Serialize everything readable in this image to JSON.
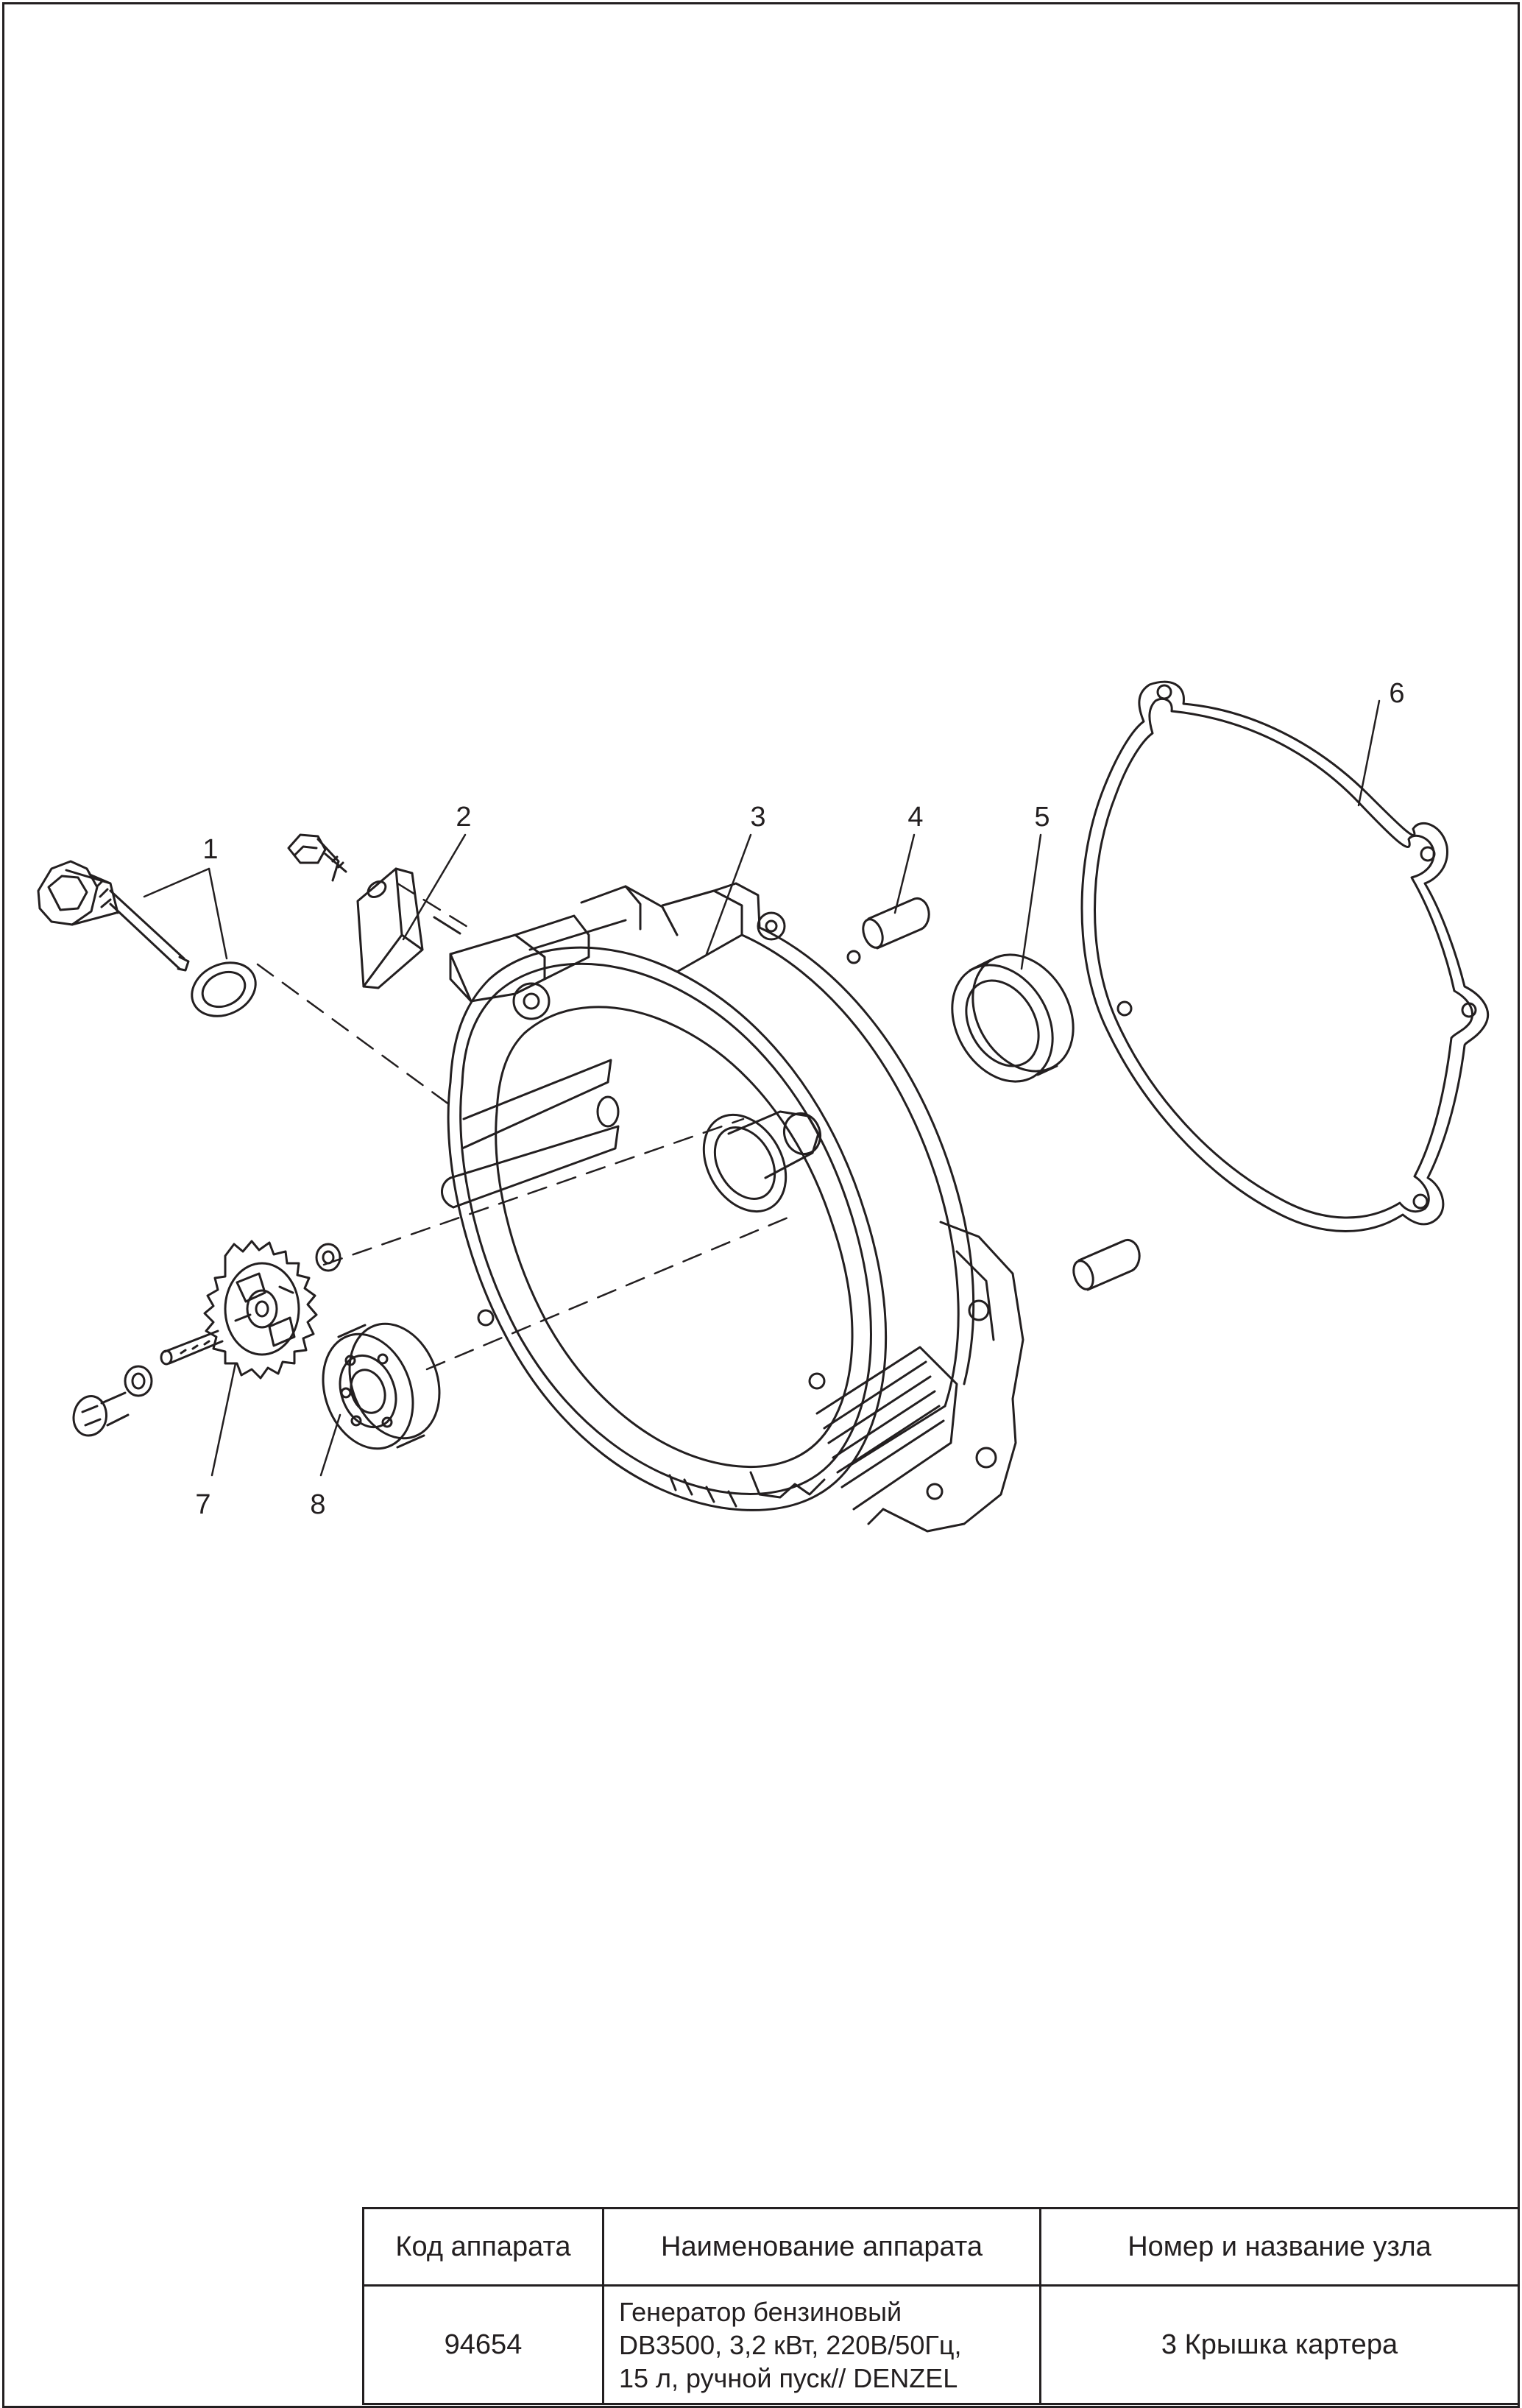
{
  "callouts": {
    "c1": "1",
    "c2": "2",
    "c3": "3",
    "c4": "4",
    "c5": "5",
    "c6": "6",
    "c7": "7",
    "c8": "8"
  },
  "title_block": {
    "headers": {
      "code": "Код аппарата",
      "name": "Наименование аппарата",
      "node": "Номер и название узла"
    },
    "row": {
      "code": "94654",
      "name_lines": [
        "Генератор бензиновый",
        "DB3500, 3,2 кВт, 220В/50Гц,",
        "15 л, ручной пуск// DENZEL"
      ],
      "node": "3 Крышка картера"
    }
  },
  "colors": {
    "line": "#231f20",
    "background": "#ffffff"
  }
}
